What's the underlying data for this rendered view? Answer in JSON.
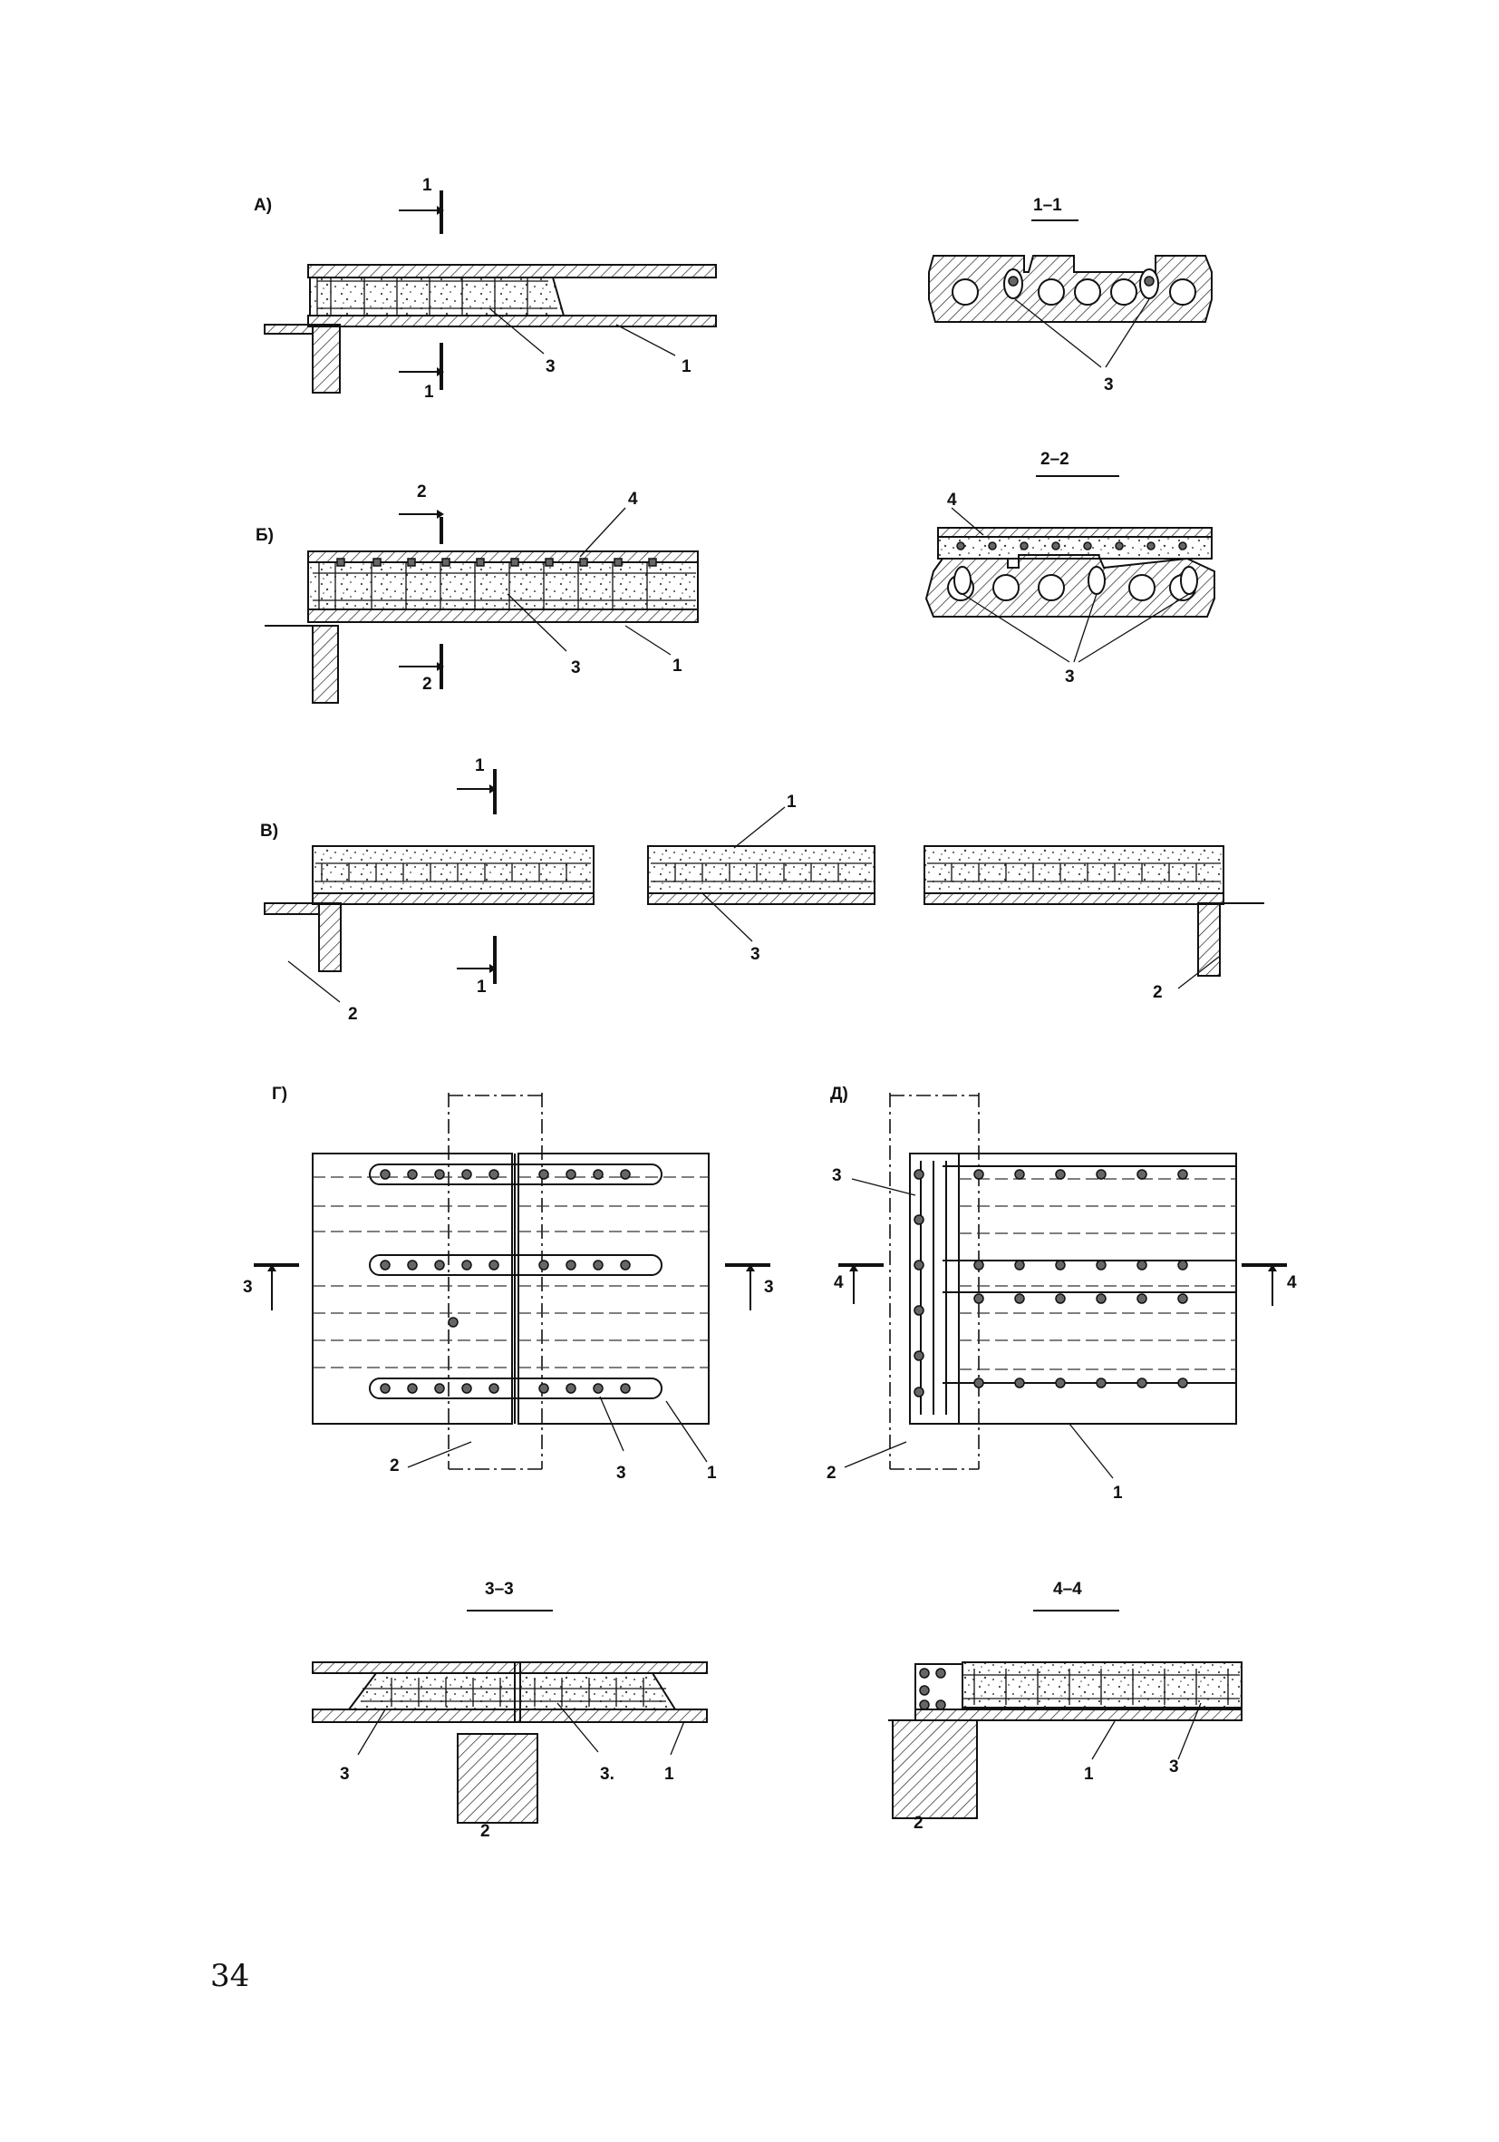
{
  "panels": {
    "a": {
      "letter": "А)",
      "section_marks": [
        "1",
        "1"
      ],
      "callouts": [
        "3",
        "1"
      ]
    },
    "b": {
      "letter": "Б)",
      "section_marks": [
        "2",
        "2"
      ],
      "callouts": [
        "4",
        "3",
        "1"
      ]
    },
    "v": {
      "letter": "В)",
      "section_marks": [
        "1",
        "1"
      ],
      "callouts": [
        "1",
        "3",
        "2",
        "2"
      ]
    },
    "g": {
      "letter": "Г)",
      "section_marks": [
        "3",
        "3"
      ],
      "callouts": [
        "2",
        "3",
        "1"
      ]
    },
    "d": {
      "letter": "Д)",
      "section_marks": [
        "4",
        "4"
      ],
      "callouts": [
        "3",
        "2",
        "1"
      ]
    }
  },
  "sections": {
    "s11": {
      "title": "1–1",
      "callouts": [
        "3"
      ]
    },
    "s22": {
      "title": "2–2",
      "callouts": [
        "4",
        "3"
      ]
    },
    "s33": {
      "title": "3–3",
      "callouts": [
        "3",
        "3.",
        "1",
        "2"
      ]
    },
    "s44": {
      "title": "4–4",
      "callouts": [
        "1",
        "3",
        "2"
      ]
    }
  },
  "page_number": "34"
}
